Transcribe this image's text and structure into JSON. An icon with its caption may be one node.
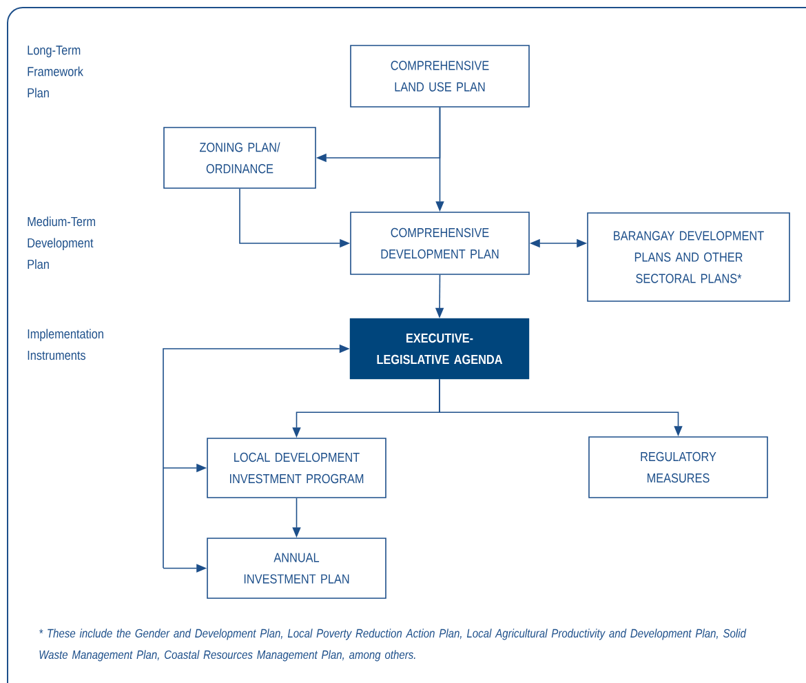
{
  "diagram": {
    "caption": "* These include the Gender and Development Plan, Local Poverty Reduction Action Plan, Local Agricultural Productivity and Development Plan, Solid Waste Management Plan, Coastal Resources Management Plan, among others.",
    "nodes": [
      {
        "text": [
          "COMPREHENSIVE LAND USE PLAN"
        ]
      },
      {
        "text": [
          "ZONING PLAN/ ORDINANCE"
        ]
      },
      {
        "text": [
          "COMPREHENSIVE DEVELOPMENT PLAN"
        ]
      },
      {
        "text": [
          "BARANGAY DEVELOPMENT PLANS AND OTHER SECTORAL PLANS*"
        ]
      },
      {
        "text": [
          "EXECUTIVE-LEGISLATIVE AGENDA"
        ]
      },
      {
        "text": [
          "LOCAL DEVELOPMENT INVESTMENT PROGRAM"
        ]
      },
      {
        "text": [
          "REGULATORY MEASURES"
        ]
      },
      {
        "text": [
          "ANNUAL INVESTMENT PLAN"
        ]
      }
    ],
    "edges": [
      {
        "from": 0,
        "to": 2,
        "arrow": "to"
      },
      {
        "from": 0,
        "to": 1,
        "arrow": "to"
      },
      {
        "from": 1,
        "to": 2,
        "arrow": "to"
      },
      {
        "from": 2,
        "to": 3,
        "arrow": "both"
      },
      {
        "from": 2,
        "to": 4,
        "arrow": "to"
      },
      {
        "from": 4,
        "to": 5,
        "arrow": "to"
      },
      {
        "from": 4,
        "to": 6,
        "arrow": "to"
      },
      {
        "from": 5,
        "to": 7,
        "arrow": "to"
      },
      {
        "from": null,
        "to": 4,
        "arrow": "to"
      },
      {
        "from": null,
        "to": 5,
        "arrow": "to"
      },
      {
        "from": null,
        "to": 7,
        "arrow": "to"
      }
    ],
    "labels": [
      "Long-Term Framework Plan",
      "Medium-Term Development Plan",
      "Implementation Instruments"
    ]
  }
}
